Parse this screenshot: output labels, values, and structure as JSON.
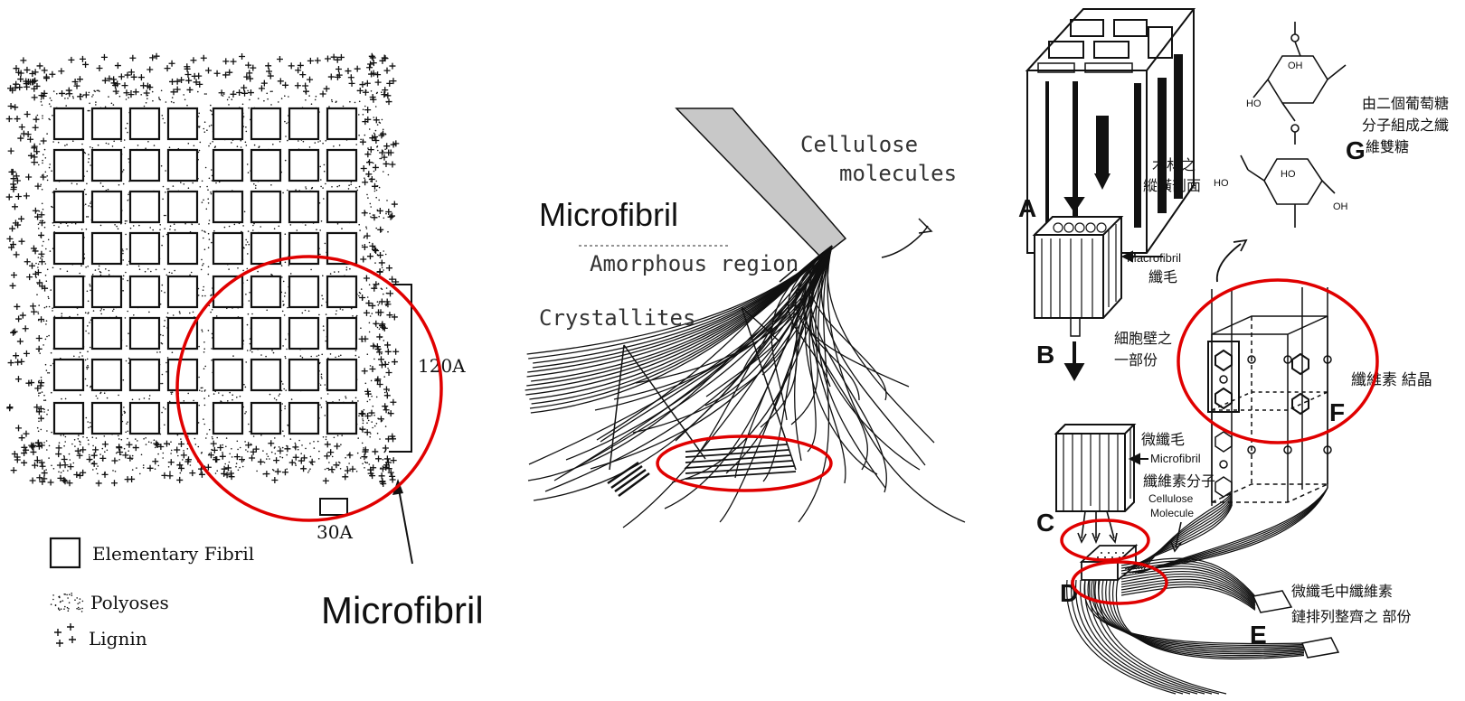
{
  "colors": {
    "ink": "#111111",
    "circle": "#e00000",
    "fibril_fill": "#c8c8c8"
  },
  "panel_left": {
    "label_dimension_large": "120A",
    "label_dimension_small": "30A",
    "legend": {
      "elementary_fibril": "Elementary Fibril",
      "polyoses": "Polyoses",
      "lignin": "Lignin"
    },
    "callout": "Microfibril"
  },
  "panel_middle": {
    "label_microfibril": "Microfibril",
    "label_cellulose_line1": "Cellulose",
    "label_cellulose_line2": "molecules",
    "label_amorphous": "Amorphous region",
    "label_crystallites": "Crystallites"
  },
  "panel_right": {
    "letters": {
      "a": "A",
      "b": "B",
      "c": "C",
      "d": "D",
      "e": "E",
      "f": "F",
      "g": "G"
    },
    "label_wood_section_line1": "木材之",
    "label_wood_section_line2": "縱橫剖面",
    "label_macrofibril_en": "Macrofibril",
    "label_macrofibril_zh": "纖毛",
    "label_cellwall_line1": "細胞壁之",
    "label_cellwall_line2": "一部份",
    "label_microfibril_zh": "微纖毛",
    "label_microfibril_en": "Microfibril",
    "label_cellulose_molecule_zh": "纖維素分子",
    "label_cellulose_molecule_en_line1": "Cellulose",
    "label_cellulose_molecule_en_line2": "Molecule",
    "label_crystal": "纖維素 結晶",
    "label_disaccharide_line1": "由二個葡萄糖",
    "label_disaccharide_line2": "分子組成之纖",
    "label_disaccharide_line3": "維雙糖",
    "label_aligned_line1": "微纖毛中纖維素",
    "label_aligned_line2": "鏈排列整齊之 部份",
    "oh_groups": [
      "OH",
      "HO",
      "HO",
      "HO",
      "OH"
    ]
  }
}
